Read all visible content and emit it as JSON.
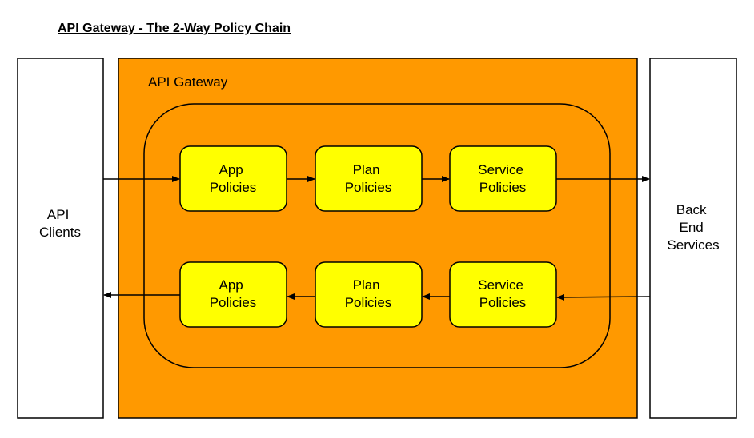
{
  "title": "API Gateway - The 2-Way Policy Chain",
  "colors": {
    "gateway_fill": "#FF9900",
    "policy_fill": "#FFFF00",
    "stroke": "#000000",
    "background": "#FFFFFF"
  },
  "clients": {
    "lines": [
      "API",
      "Clients"
    ]
  },
  "gateway": {
    "label": "API Gateway"
  },
  "backend": {
    "lines": [
      "Back",
      "End",
      "Services"
    ]
  },
  "request_chain": [
    {
      "lines": [
        "App",
        "Policies"
      ]
    },
    {
      "lines": [
        "Plan",
        "Policies"
      ]
    },
    {
      "lines": [
        "Service",
        "Policies"
      ]
    }
  ],
  "response_chain": [
    {
      "lines": [
        "App",
        "Policies"
      ]
    },
    {
      "lines": [
        "Plan",
        "Policies"
      ]
    },
    {
      "lines": [
        "Service",
        "Policies"
      ]
    }
  ]
}
